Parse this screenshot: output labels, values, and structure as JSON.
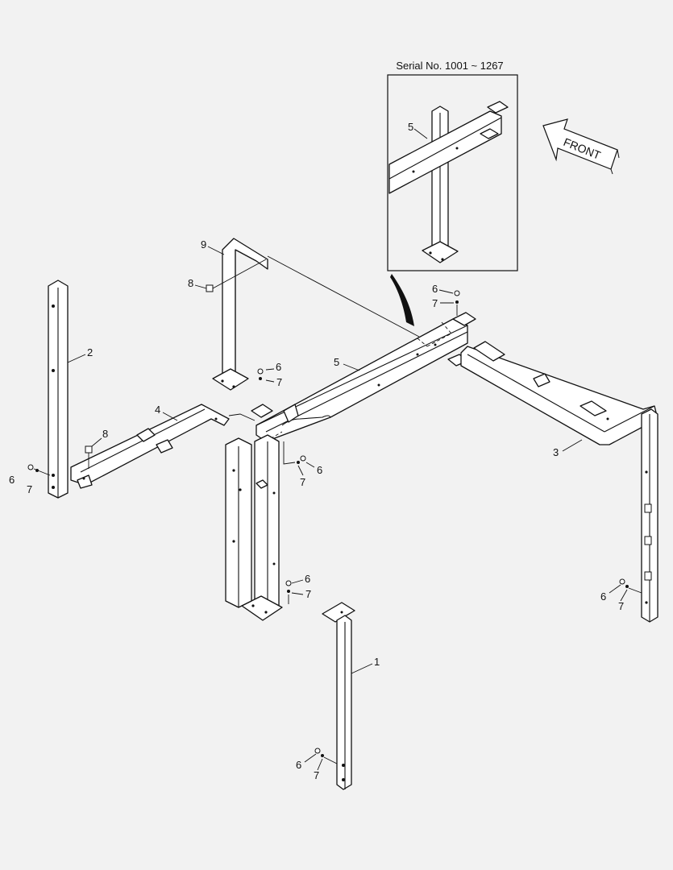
{
  "inset": {
    "title": "Serial No. 1001 ~ 1267",
    "part_label": "5"
  },
  "front_arrow": {
    "label": "FRONT"
  },
  "callouts": {
    "c1": "1",
    "c2": "2",
    "c3": "3",
    "c4": "4",
    "c5": "5",
    "c6a": "6",
    "c7a": "7",
    "c6b": "6",
    "c7b": "7",
    "c6c": "6",
    "c7c": "7",
    "c6d": "6",
    "c7d": "7",
    "c6e": "6",
    "c7e": "7",
    "c6f": "6",
    "c7f": "7",
    "c6g": "6",
    "c7g": "7",
    "c8a": "8",
    "c8b": "8",
    "c9": "9"
  }
}
